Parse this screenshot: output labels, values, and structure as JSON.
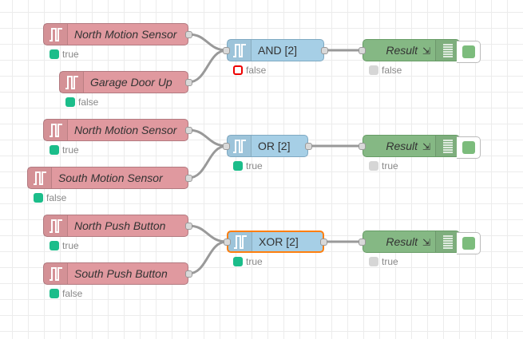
{
  "canvas": {
    "wire_color": "#999999"
  },
  "flows": [
    {
      "inputs": [
        {
          "label": "North Motion Sensor",
          "status": "true",
          "status_color": "green"
        },
        {
          "label": "Garage Door Up",
          "status": "false",
          "status_color": "green"
        }
      ],
      "logic": {
        "label": "AND [2]",
        "status": "false",
        "status_color": "red-ring",
        "selected": false
      },
      "debug": {
        "label": "Result",
        "status": "false",
        "status_color": "grey"
      }
    },
    {
      "inputs": [
        {
          "label": "North Motion Sensor",
          "status": "true",
          "status_color": "green"
        },
        {
          "label": "South Motion Sensor",
          "status": "false",
          "status_color": "green"
        }
      ],
      "logic": {
        "label": "OR [2]",
        "status": "true",
        "status_color": "green",
        "selected": false
      },
      "debug": {
        "label": "Result",
        "status": "true",
        "status_color": "grey"
      }
    },
    {
      "inputs": [
        {
          "label": "North Push Button",
          "status": "true",
          "status_color": "green"
        },
        {
          "label": "South Push Button",
          "status": "false",
          "status_color": "green"
        }
      ],
      "logic": {
        "label": "XOR [2]",
        "status": "true",
        "status_color": "green",
        "selected": true
      },
      "debug": {
        "label": "Result",
        "status": "true",
        "status_color": "grey"
      }
    }
  ],
  "icons": {
    "inject": "pulse-wave-icon",
    "logic": "pulse-wave-icon",
    "debug": "list-lines-icon",
    "debug_meta": "arrow-down-right-icon"
  }
}
